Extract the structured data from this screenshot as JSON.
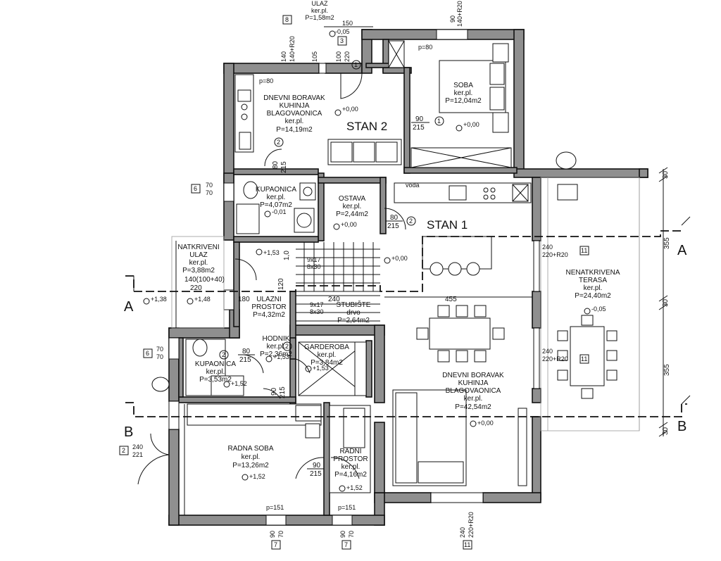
{
  "units": {
    "stan2": "STAN 2",
    "stan1": "STAN 1"
  },
  "rooms": {
    "ulaz": [
      "ULAZ",
      "ker.pl.",
      "P=1,58m2"
    ],
    "soba": [
      "SOBA",
      "ker.pl.",
      "P=12,04m2"
    ],
    "dnevni2": [
      "DNEVNI  BORAVAK",
      "KUHINJA",
      "BLAGOVAONICA",
      "ker.pl.",
      "P=14,19m2"
    ],
    "kupaonica2": [
      "KUPAONICA",
      "ker.pl.",
      "P=4,07m2"
    ],
    "ostava": [
      "OSTAVA",
      "ker.pl.",
      "P=2,44m2"
    ],
    "natkriveni": [
      "NATKRIVENI",
      "ULAZ",
      "ker.pl.",
      "P=3,88m2"
    ],
    "ulazni": [
      "ULAZNI",
      "PROSTOR",
      "P=4,32m2"
    ],
    "stubiste": [
      "STUBIŠTE",
      "drvo",
      "P=2,64m2"
    ],
    "hodnik": [
      "HODNIK",
      "ker.pl.",
      "P=2,36m2"
    ],
    "garderoba": [
      "GARDEROBA",
      "ker.pl.",
      "P=3,84m2"
    ],
    "kupaonica1": [
      "KUPAONICA",
      "ker.pl.",
      "P=3,53m2"
    ],
    "dnevni1": [
      "DNEVNI  BORAVAK",
      "KUHINJA",
      "BLAGOVAONICA",
      "ker.pl.",
      "P=42,54m2"
    ],
    "radna": [
      "RADNA  SOBA",
      "ker.pl.",
      "P=13,26m2"
    ],
    "radni": [
      "RADNI",
      "PROSTOR",
      "ker.pl.",
      "P=4,16m2"
    ],
    "terasa": [
      "NENATKRIVENA",
      "TERASA",
      "ker.pl.",
      "P=24,40m2"
    ]
  },
  "levels": {
    "stan2_living": "+0,00",
    "soba": "+0,00",
    "ulaz": "-0,05",
    "kup2": "-0,01",
    "ostava": "+0,00",
    "hall": "+1,53",
    "natk_left": "+1,38",
    "natk_right": "+1,48",
    "hodnik": "+1,53",
    "garderoba": "+1,53",
    "kup1": "+1,52",
    "stan1_top": "+0,00",
    "stan1_living": "+0,00",
    "terasa": "-0,05",
    "radna": "+1,52",
    "radni": "+1,52"
  },
  "openings": {
    "o8": [
      "8",
      "140+R20",
      "105",
      "140"
    ],
    "o3": [
      "3",
      "100",
      "220"
    ],
    "top150": "150",
    "top_r": [
      "90",
      "140+R20"
    ],
    "o6a": [
      "6",
      "70",
      "70"
    ],
    "o6b": [
      "6",
      "70",
      "70"
    ],
    "o2": [
      "2",
      "240",
      "221"
    ],
    "o7a": [
      "7",
      "90",
      "70"
    ],
    "o7b": [
      "7",
      "90",
      "70"
    ],
    "o11a": [
      "11",
      "240",
      "220+R20"
    ],
    "o11b": [
      "11",
      "240",
      "220+R20"
    ],
    "o11c": [
      "11",
      "240",
      "220+R20"
    ],
    "p80_top": "p=80",
    "p80_soba": "p=80",
    "p151a": "p=151",
    "p151b": "p=151",
    "door_90_215": [
      "90",
      "215"
    ],
    "door_80_215": [
      "80",
      "215"
    ],
    "door_80_215_ostava": [
      "80",
      "215"
    ],
    "door_80_215_kup1": [
      "80",
      "215"
    ],
    "door_90_215_gard": [
      "90",
      "215"
    ],
    "door_90_215_radni": [
      "90",
      "215"
    ],
    "natk_dims": [
      "140(100+40)",
      "220"
    ],
    "hall_180": "180",
    "hall_120": "120",
    "stair1": [
      "9x17",
      "8x30"
    ],
    "stair2": [
      "9x17",
      "8x30"
    ],
    "len_240": "240",
    "len_455": "455",
    "len_ulaz": "1,0",
    "vode": "voda"
  },
  "door_tags": [
    "1",
    "1",
    "2",
    "2",
    "2",
    "2"
  ],
  "dims_right": [
    "30",
    "355",
    "30",
    "355",
    "30"
  ],
  "sections": {
    "A": "A",
    "B": "B"
  }
}
